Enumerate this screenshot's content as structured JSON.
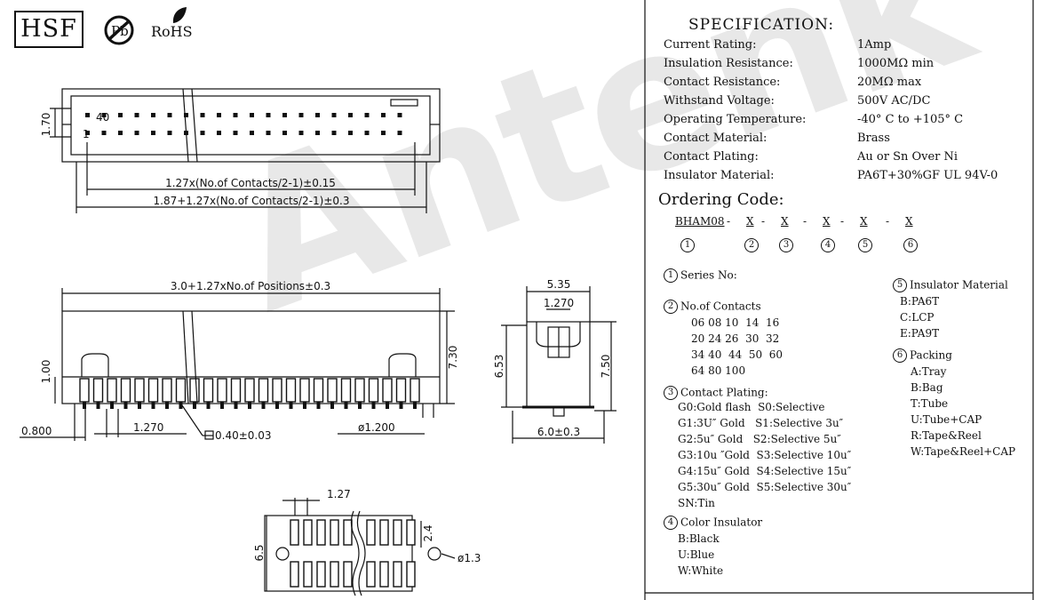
{
  "logos": {
    "hsf": "HSF",
    "pb": "Pb",
    "rohs": "RoHS"
  },
  "watermark": "Antenk",
  "top_view": {
    "dim_height": "1.70",
    "dim_pitch": "1.27x(No.of Contacts/2-1)±0.15",
    "dim_overall": "1.87+1.27x(No.of Contacts/2-1)±0.3",
    "pin_top_label": "40",
    "pin_bottom_label": "1"
  },
  "side_view": {
    "dim_width": "3.0+1.27xNo.of Positions±0.3",
    "dim_left": "1.00",
    "dim_height": "7.30",
    "dim_offset": "0.800",
    "dim_pitch": "1.270",
    "dim_pin": "0.40±0.03",
    "dim_hole": "ø1.200"
  },
  "end_view": {
    "dim_top": "5.35",
    "dim_inner": "1.270",
    "dim_left": "6.53",
    "dim_right": "7.50",
    "dim_bottom": "6.0±0.3"
  },
  "footprint": {
    "dim_pitch": "1.27",
    "dim_height": "6.5",
    "dim_row": "2.4",
    "dim_hole": "ø1.3"
  },
  "spec": {
    "title": "SPECIFICATION:",
    "rows": [
      {
        "label": "Current Rating:",
        "value": "1Amp"
      },
      {
        "label": "Insulation Resistance:",
        "value": "1000MΩ  min"
      },
      {
        "label": "Contact Resistance:",
        "value": "20MΩ  max"
      },
      {
        "label": " Withstand Voltage:",
        "value": "500V AC/DC"
      },
      {
        "label": "Operating Temperature:",
        "value": "-40° C to +105° C"
      },
      {
        "label": "Contact Material:",
        "value": "Brass"
      },
      {
        "label": "Contact Plating:",
        "value": "Au or Sn Over Ni"
      },
      {
        "label": "Insulator Material:",
        "value": "PA6T+30%GF UL 94V-0"
      }
    ]
  },
  "ordering": {
    "title": "Ordering Code:",
    "code": [
      "BHAM08",
      "X",
      "X",
      "X",
      "X",
      "X"
    ],
    "sep": "-",
    "circles": [
      "1",
      "2",
      "3",
      "4",
      "5",
      "6"
    ],
    "series": {
      "num": "1",
      "label": "Series No:"
    },
    "contacts": {
      "num": "2",
      "label": "No.of Contacts",
      "lines": [
        "06 08 10  14  16",
        "20 24 26  30  32",
        "34 40  44  50  60",
        "64 80 100"
      ]
    },
    "plating": {
      "num": "3",
      "label": "Contact Plating:",
      "lines": [
        "G0:Gold flash  S0:Selective",
        "G1:3U″ Gold   S1:Selective 3u″",
        "G2:5u″ Gold   S2:Selective 5u″",
        "G3:10u ″Gold  S3:Selective 10u″",
        "G4:15u″ Gold  S4:Selective 15u″",
        "G5:30u″ Gold  S5:Selective 30u″",
        "SN:Tin"
      ]
    },
    "color": {
      "num": "4",
      "label": "Color Insulator",
      "lines": [
        "B:Black",
        "U:Blue",
        "W:White"
      ]
    },
    "insulator": {
      "num": "5",
      "label": "Insulator Material",
      "lines": [
        "B:PA6T",
        "C:LCP",
        "E:PA9T"
      ]
    },
    "packing": {
      "num": "6",
      "label": "Packing",
      "lines": [
        "A:Tray",
        "B:Bag",
        "T:Tube",
        "U:Tube+CAP",
        "R:Tape&Reel",
        "W:Tape&Reel+CAP"
      ]
    }
  }
}
